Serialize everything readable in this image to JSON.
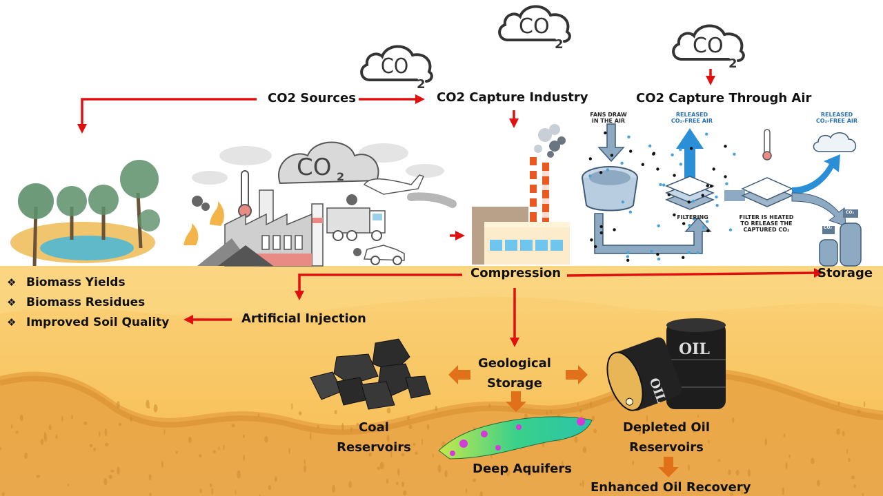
{
  "diagram": {
    "title_labels": {
      "co2_sources": "CO2 Sources",
      "co2_capture_industry": "CO2 Capture Industry",
      "co2_capture_air": "CO2 Capture Through Air"
    },
    "cloud_text": "CO",
    "cloud_sub": "2",
    "air_capture_steps": {
      "fans": [
        "FANS DRAW",
        "IN THE AIR"
      ],
      "released_1": [
        "RELEASED",
        "CO₂-FREE AIR"
      ],
      "filtering": "FILTERING",
      "heated": [
        "FILTER IS HEATED",
        "TO RELEASE THE",
        "CAPTURED CO₂"
      ],
      "released_2": [
        "RELEASED",
        "CO₂-FREE AIR"
      ],
      "tank_label": "CO₂"
    },
    "process_labels": {
      "compression": "Compression",
      "storage": "Storage",
      "artificial_injection": "Artificial Injection",
      "geological_storage": [
        "Geological",
        "Storage"
      ],
      "coal_reservoirs": [
        "Coal",
        "Reservoirs"
      ],
      "deep_aquifers": "Deep Aquifers",
      "depleted_oil": [
        "Depleted Oil",
        "Reservoirs"
      ],
      "enhanced_oil_recovery": "Enhanced Oil Recovery",
      "barrel_text": "OIL"
    },
    "benefits": [
      {
        "bullet": "❖",
        "text": "Biomass Yields"
      },
      {
        "bullet": "❖",
        "text": "Biomass Residues"
      },
      {
        "bullet": "❖",
        "text": "Improved Soil Quality"
      }
    ],
    "colors": {
      "flow_arrow": "#e01010",
      "geo_arrow": "#e0701a",
      "sand_light": "#f8c55a",
      "sand_dark": "#e3a23e",
      "air_blue": "#2a8fd6"
    }
  }
}
